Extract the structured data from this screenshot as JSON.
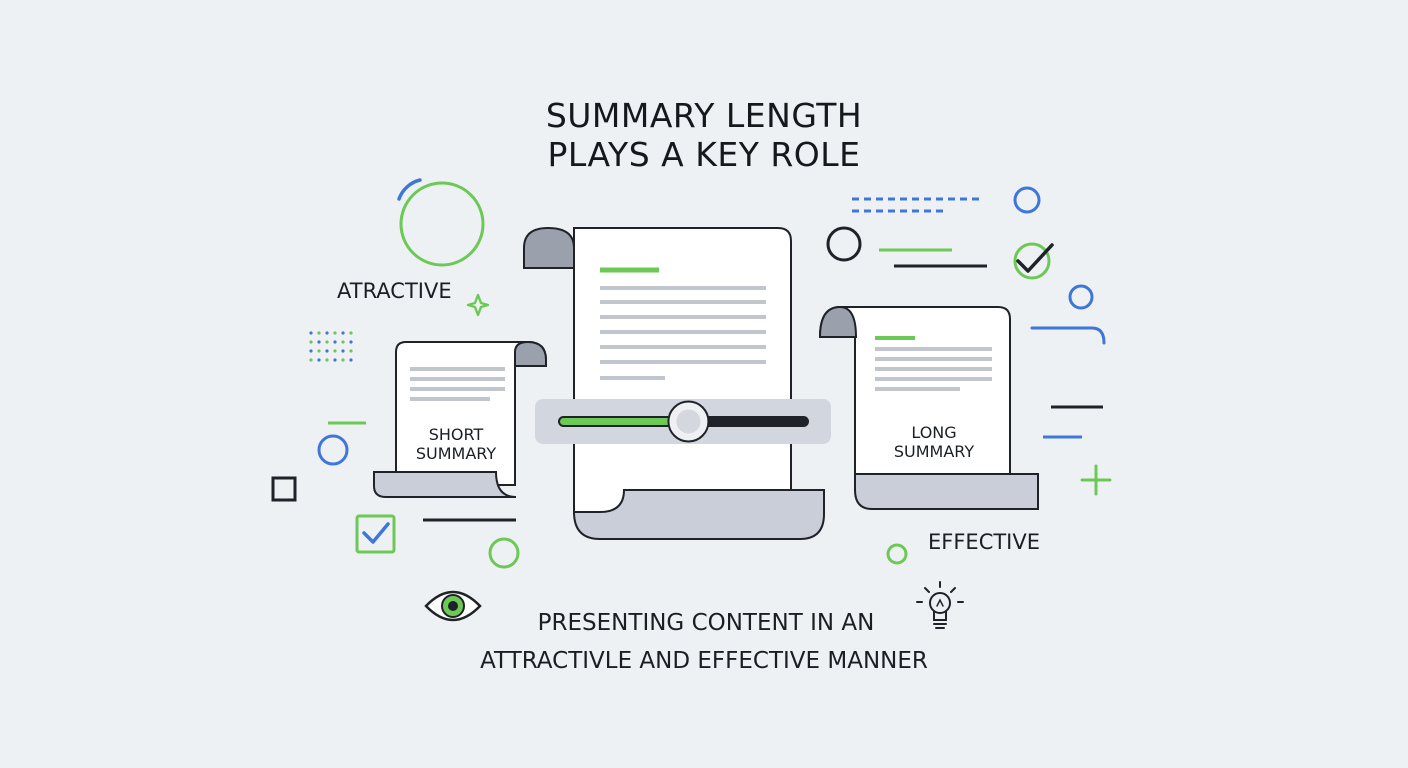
{
  "title": {
    "line1": "SUMMARY LENGTH",
    "line2": "PLAYS A KEY ROLE"
  },
  "words": {
    "attractive": "ATRACTIVE",
    "effective": "EFFECTIVE"
  },
  "documents": {
    "short": {
      "line1": "SHORT",
      "line2": "SUMMARY"
    },
    "long": {
      "line1": "LONG",
      "line2": "SUMMARY"
    }
  },
  "slider": {
    "level": 0.52
  },
  "tagline": {
    "line1": "PRESENTING CONTENT IN AN",
    "line2": "ATTRACTIVLE AND EFFECTIVE MANNER"
  },
  "icons": [
    "eye-icon",
    "lightbulb-icon",
    "checkbox-checked-icon",
    "checkbox-empty-icon",
    "check-circle-icon",
    "sparkle-icon",
    "plus-icon"
  ],
  "colors": {
    "background": "#eef1f4",
    "green": "#6cc955",
    "blue": "#3f77d8",
    "dark": "#1f2329",
    "paper_gray": "#c9ced8",
    "paper_dark": "#9aa1ad"
  }
}
